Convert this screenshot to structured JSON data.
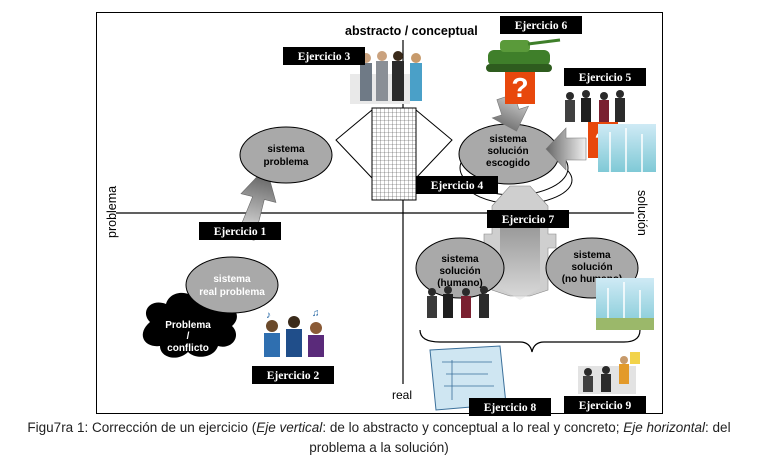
{
  "axes": {
    "top": "abstracto / conceptual",
    "bottom": "real",
    "left": "problema",
    "right": "solución"
  },
  "nodes": {
    "cloud": "Problema / conflicto",
    "real_problema": "sistema real problema",
    "sistema_problema": "sistema problema",
    "solucion_escogido": "sistema solución escogido",
    "solucion_humano": "sistema solución (humano)",
    "solucion_no_humano": "sistema solución (no humano)"
  },
  "exercises": [
    "Ejercicio 1",
    "Ejercicio 2",
    "Ejercicio 3",
    "Ejercicio 4",
    "Ejercicio 5",
    "Ejercicio 6",
    "Ejercicio 7",
    "Ejercicio 8",
    "Ejercicio 9"
  ],
  "question_mark": "?",
  "caption": {
    "prefix": "Figu7ra 1: Corrección de un ejercicio (",
    "vertical_label": "Eje vertical",
    "vertical_text": ": de lo abstracto y conceptual a lo real y concreto; ",
    "horizontal_label": "Eje horizontal",
    "horizontal_text": ": del problema a la solución)"
  },
  "colors": {
    "ellipse_fill": "#a9a9a9",
    "question_fill": "#e8480c",
    "label_fill": "#000000",
    "arrow_fill": "#9a9a9a"
  }
}
